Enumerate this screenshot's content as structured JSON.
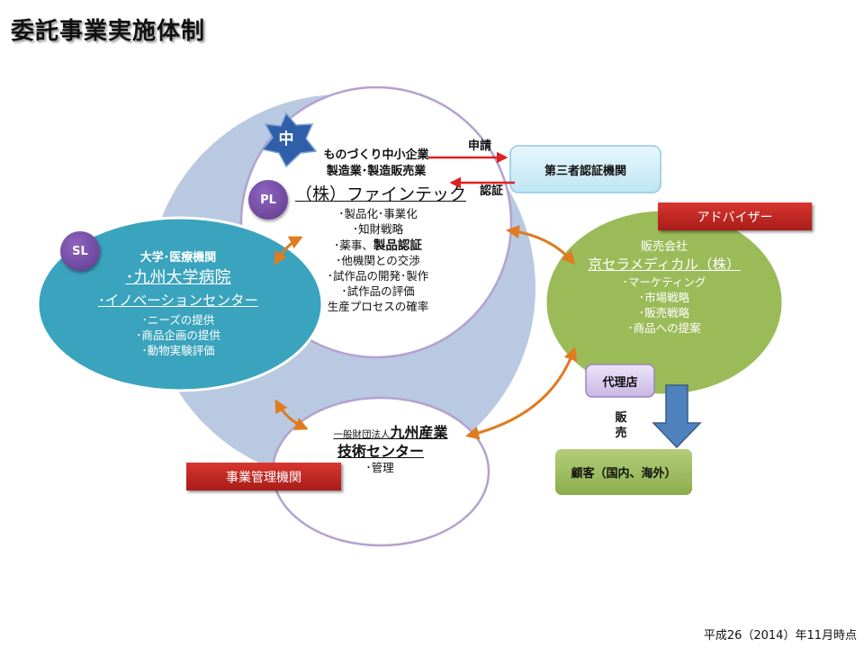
{
  "title": "委託事業実施体制",
  "center": {
    "badge": "中",
    "lead_badge": "PL",
    "line1": "ものづくり中小企業",
    "line2": "製造業･製造販売業",
    "company": "（株）ファインテック",
    "items": [
      "･製品化･事業化",
      "･知財戦略",
      "･薬事、",
      "製品認証",
      "･他機関との交渉",
      "･試作品の開発･製作",
      "･試作品の評価",
      "生産プロセスの確率"
    ]
  },
  "university": {
    "badge": "SL",
    "label": "大学･医療機関",
    "name1": "･九州大学病院",
    "name2": "･イノベーションセンター",
    "items": [
      "･ニーズの提供",
      "･商品企画の提供",
      "･動物実験評価"
    ]
  },
  "sales": {
    "label": "販売会社",
    "company": "京セラメディカル（株）",
    "items": [
      "･マーケティング",
      "･市場戦略",
      "･販売戦略",
      "･商品への提案"
    ],
    "adviser": "アドバイザー",
    "agent": "代理店",
    "sell_label": [
      "販",
      "売"
    ],
    "customer": "顧客（国内、海外）"
  },
  "management": {
    "prefix": "一般財団法人",
    "name1": "九州産業",
    "name2": "技術センター",
    "item": "･管理",
    "role": "事業管理機関"
  },
  "certification": {
    "name": "第三者認証機関",
    "apply": "申請",
    "certify": "認証"
  },
  "footer": "平成26（2014）年11月時点",
  "colors": {
    "university": "#3aa3bd",
    "sales": "#9bbb59",
    "background_circle": "#b9c9e1",
    "link_arrow": "#e07b1f",
    "cert_arrow": "#e02020",
    "sell_arrow": "#4f81bd",
    "star": "#2f5fa8",
    "badge": "#6a4a9c"
  }
}
